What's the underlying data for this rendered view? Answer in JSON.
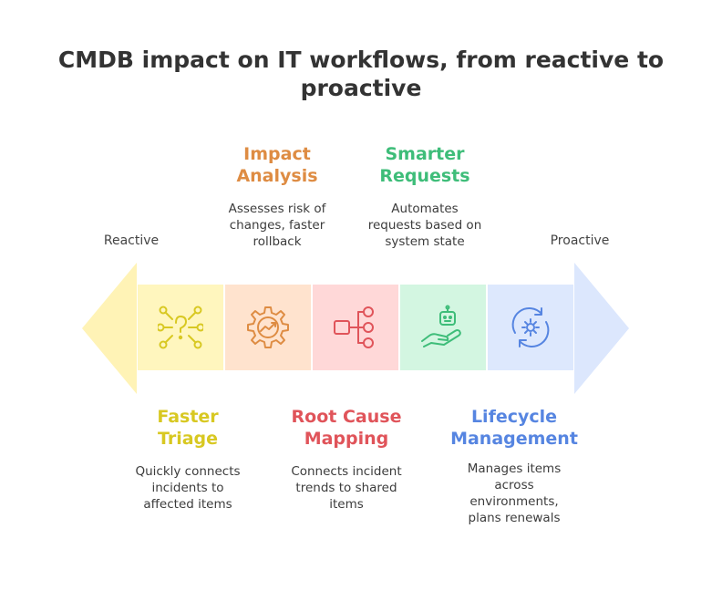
{
  "title": "CMDB impact on IT workflows, from reactive to proactive",
  "ends": {
    "left": "Reactive",
    "right": "Proactive"
  },
  "colors": {
    "yellow_bg": "#FFF6BE",
    "yellow_fg": "#D8C822",
    "orange_bg": "#FFE3CE",
    "orange_fg": "#DE8C43",
    "red_bg": "#FFD8D8",
    "red_fg": "#E0545A",
    "green_bg": "#D3F6E1",
    "green_fg": "#3EBD79",
    "blue_bg": "#DDE8FD",
    "blue_fg": "#5685E1",
    "left_arrow": "#FFF3B6",
    "right_arrow": "#DCE7FD"
  },
  "stages": [
    {
      "title": "Faster Triage",
      "title_lines": [
        "Faster",
        "Triage"
      ],
      "desc_lines": [
        "Quickly connects",
        "incidents to",
        "affected items"
      ],
      "icon": "question-network-icon"
    },
    {
      "title": "Impact Analysis",
      "title_lines": [
        "Impact",
        "Analysis"
      ],
      "desc_lines": [
        "Assesses risk of",
        "changes, faster",
        "rollback"
      ],
      "icon": "gear-chart-icon"
    },
    {
      "title": "Root Cause Mapping",
      "title_lines": [
        "Root Cause",
        "Mapping"
      ],
      "desc_lines": [
        "Connects incident",
        "trends to shared",
        "items"
      ],
      "icon": "hierarchy-icon"
    },
    {
      "title": "Smarter Requests",
      "title_lines": [
        "Smarter",
        "Requests"
      ],
      "desc_lines": [
        "Automates",
        "requests based on",
        "system state"
      ],
      "icon": "robot-hand-icon"
    },
    {
      "title": "Lifecycle Management",
      "title_lines": [
        "Lifecycle",
        "Management"
      ],
      "desc_lines": [
        "Manages items",
        "across",
        "environments,",
        "plans renewals"
      ],
      "icon": "gear-cycle-icon"
    }
  ]
}
